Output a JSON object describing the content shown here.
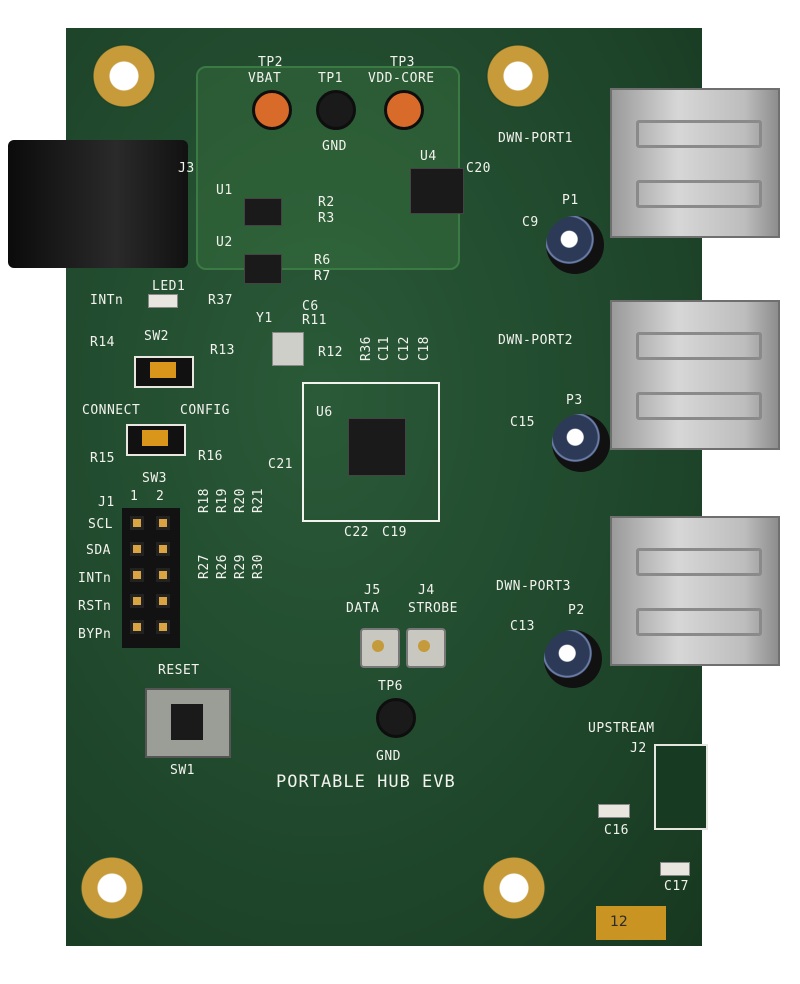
{
  "board": {
    "title": "PORTABLE HUB EVB",
    "tag": "12"
  },
  "test_points": {
    "tp2": "TP2",
    "vbat": "VBAT",
    "tp1": "TP1",
    "gnd_top": "GND",
    "tp3": "TP3",
    "vdd_core": "VDD-CORE",
    "tp6": "TP6",
    "gnd_bottom": "GND"
  },
  "refdes": {
    "j3": "J3",
    "u1": "U1",
    "u2": "U2",
    "u4": "U4",
    "u6": "U6",
    "r2": "R2",
    "r3": "R3",
    "r6": "R6",
    "r7": "R7",
    "led1": "LED1",
    "intn_led": "INTn",
    "r37": "R37",
    "c6": "C6",
    "y1": "Y1",
    "r11": "R11",
    "r12": "R12",
    "r36": "R36",
    "c11": "C11",
    "c12": "C12",
    "c18": "C18",
    "c20": "C20",
    "c21": "C21",
    "c22": "C22",
    "c19": "C19",
    "r14": "R14",
    "sw2": "SW2",
    "r13": "R13",
    "connect": "CONNECT",
    "config": "CONFIG",
    "r15": "R15",
    "r16": "R16",
    "sw3": "SW3",
    "r18": "R18",
    "r19": "R19",
    "r20": "R20",
    "r21": "R21",
    "r27": "R27",
    "r26": "R26",
    "r29": "R29",
    "r30": "R30",
    "j1": "J1",
    "pin1": "1",
    "pin2": "2",
    "scl": "SCL",
    "sda": "SDA",
    "intn": "INTn",
    "rstn": "RSTn",
    "bypn": "BYPn",
    "reset": "RESET",
    "sw1": "SW1",
    "j5": "J5",
    "data": "DATA",
    "j4": "J4",
    "strobe": "STROBE",
    "c9": "C9",
    "p1": "P1",
    "c15": "C15",
    "p3": "P3",
    "c13": "C13",
    "p2": "P2",
    "dwn1": "DWN-PORT1",
    "dwn2": "DWN-PORT2",
    "dwn3": "DWN-PORT3",
    "upstream": "UPSTREAM",
    "j2": "J2",
    "c16": "C16",
    "c17": "C17"
  }
}
